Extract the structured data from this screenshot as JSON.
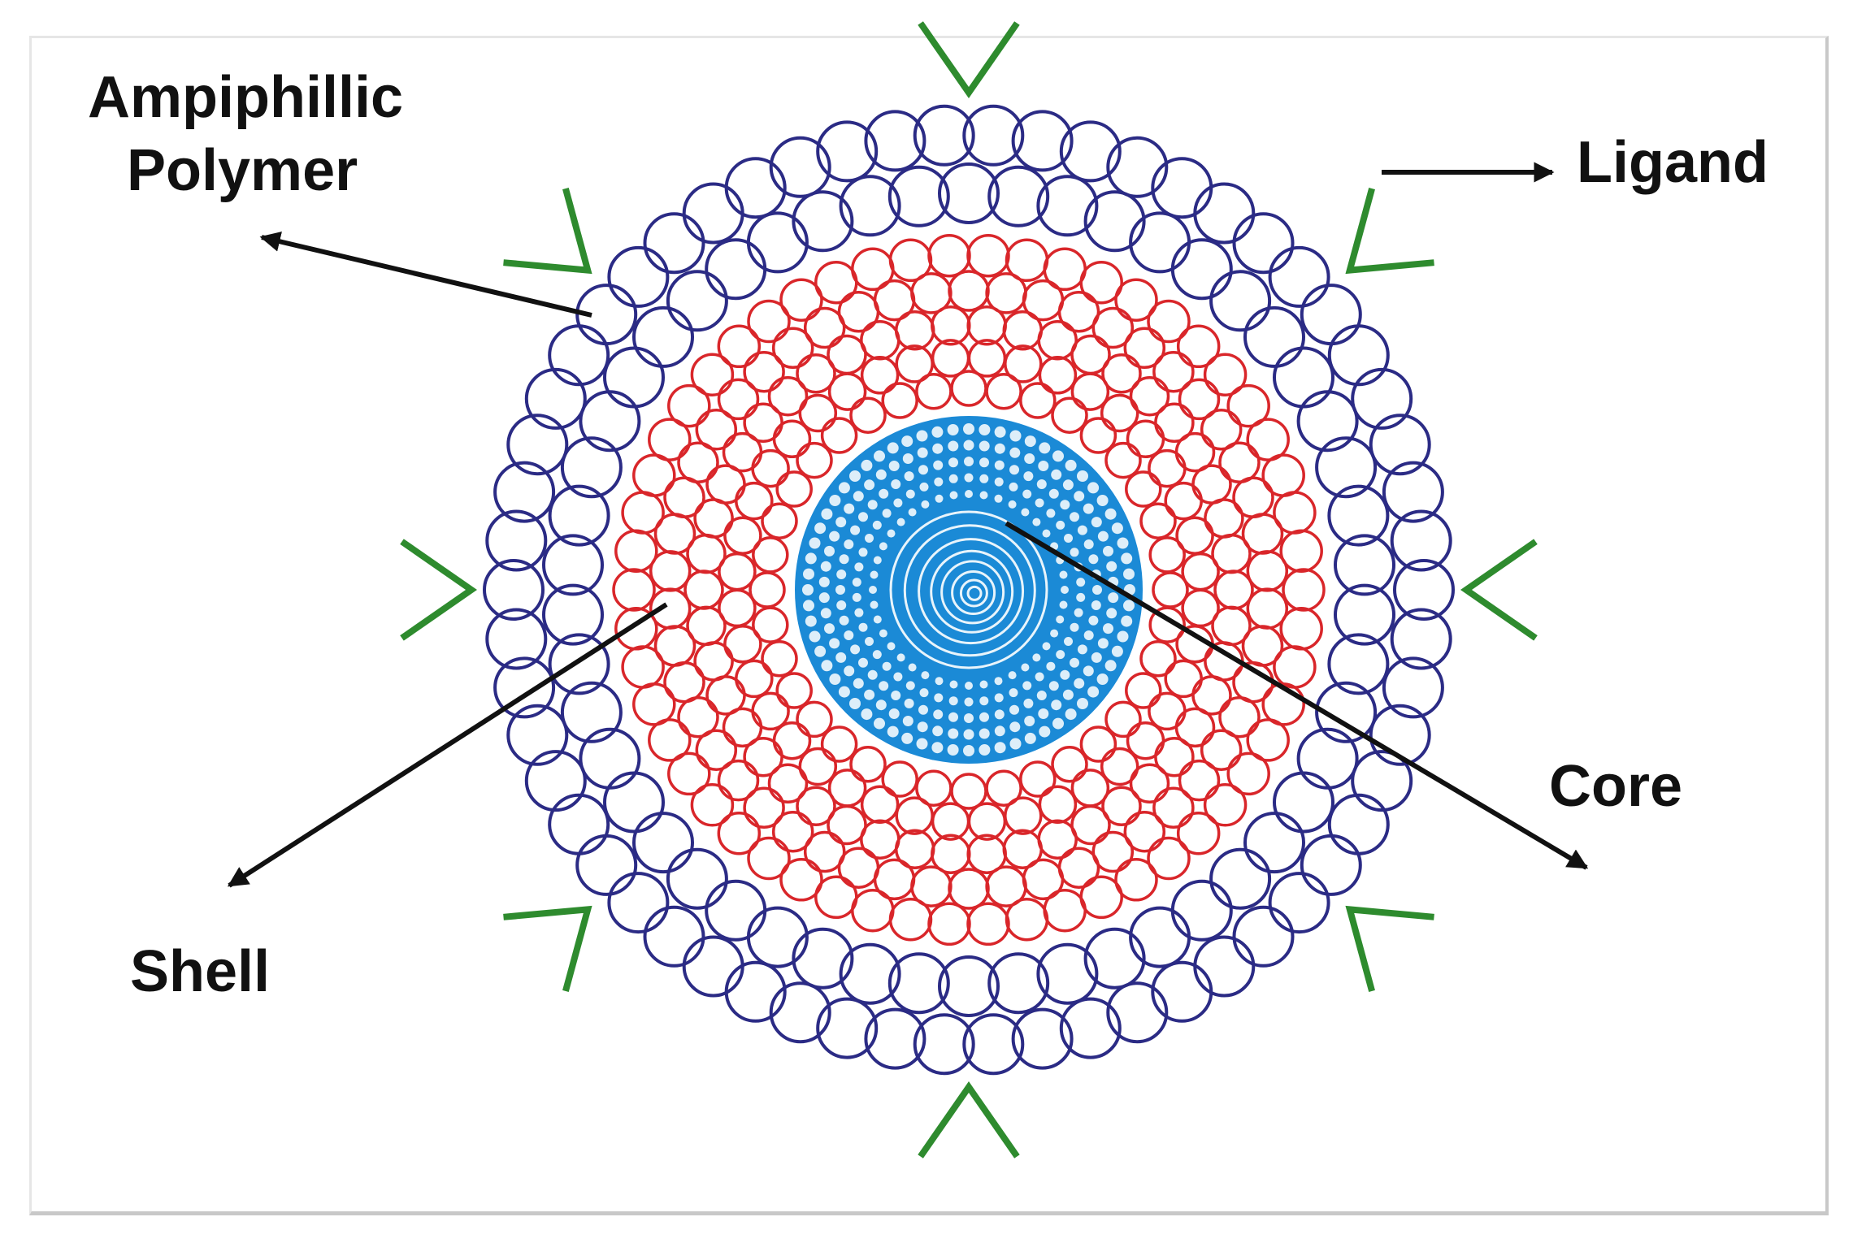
{
  "labels": {
    "amphiphilic_line1": "Ampiphillic",
    "amphiphilic_line2": "Polymer",
    "ligand": "Ligand",
    "core": "Core",
    "shell": "Shell"
  },
  "colors": {
    "polymer_layer": "#2b2b85",
    "shell_layer": "#d9262a",
    "core_layer": "#1b8ad6",
    "ligand": "#2e8b2e",
    "arrow": "#111111"
  }
}
